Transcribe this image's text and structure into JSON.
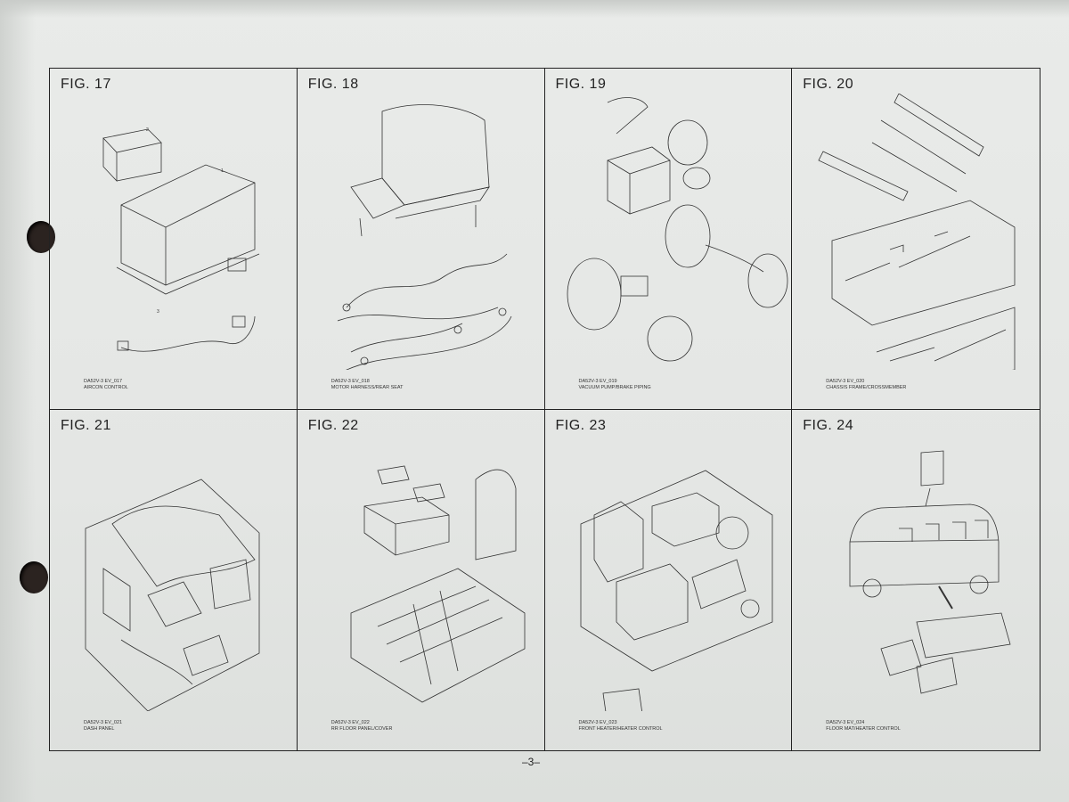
{
  "page": {
    "number": "–3–"
  },
  "figures": [
    {
      "title": "FIG. 17",
      "code": "DA52V-3 EV_017",
      "name": "AIRCON CONTROL"
    },
    {
      "title": "FIG. 18",
      "code": "DA52V-3 EV_018",
      "name": "MOTOR HARNESS/REAR SEAT"
    },
    {
      "title": "FIG. 19",
      "code": "DA52V-3 EV_019",
      "name": "VACUUM PUMP/BRAKE PIPING"
    },
    {
      "title": "FIG. 20",
      "code": "DA52V-3 EV_020",
      "name": "CHASSIS FRAME/CROSSMEMBER"
    },
    {
      "title": "FIG. 21",
      "code": "DA52V-3 EV_021",
      "name": "DASH PANEL"
    },
    {
      "title": "FIG. 22",
      "code": "DA52V-3 EV_022",
      "name": "RR FLOOR PANEL/COVER"
    },
    {
      "title": "FIG. 23",
      "code": "DA52V-3 EV_023",
      "name": "FRONT HEATER/HEATER CONTROL"
    },
    {
      "title": "FIG. 24",
      "code": "DA52V-3 EV_024",
      "name": "FLOOR MAT/HEATER CONTROL"
    }
  ],
  "colors": {
    "paper": "#e6e8e6",
    "ink": "#222222",
    "background": "#6e5a4b"
  }
}
